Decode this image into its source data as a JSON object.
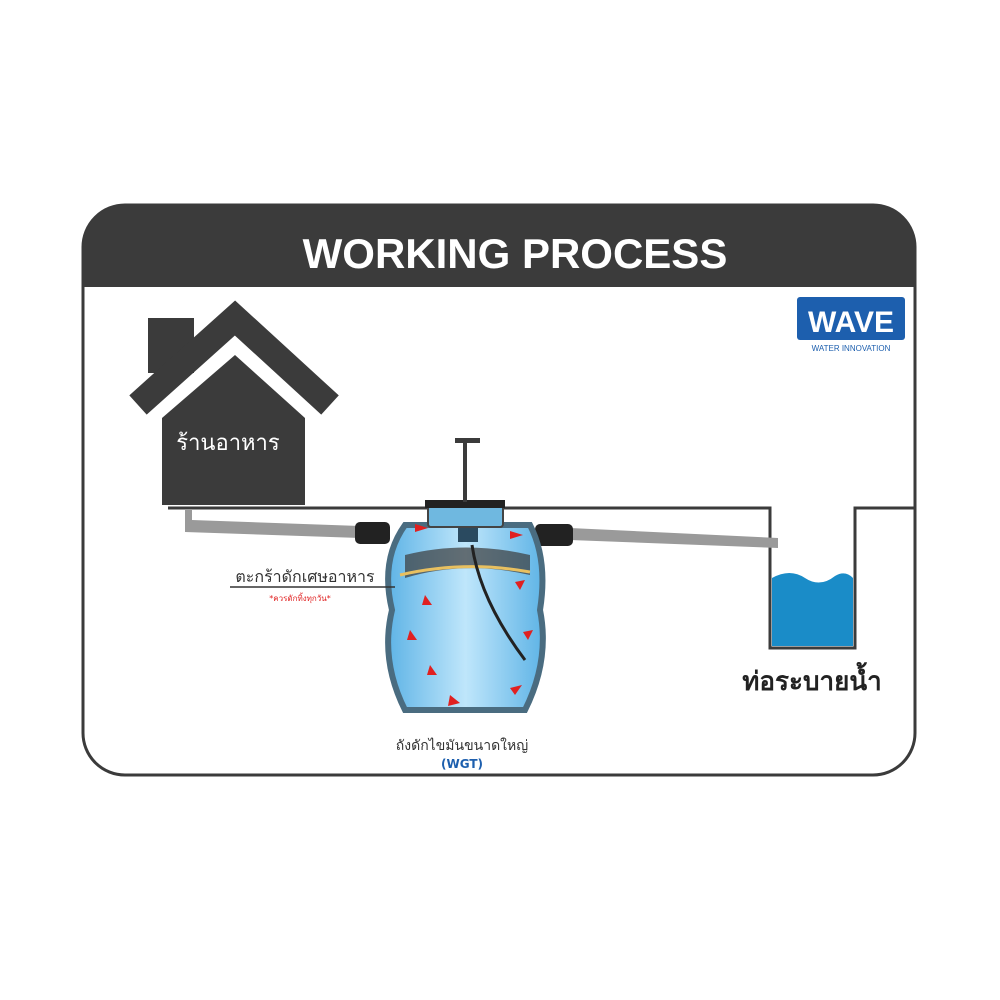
{
  "title": "WORKING PROCESS",
  "logo": {
    "brand": "WAVE",
    "tagline": "WATER INNOVATION",
    "color": "#1d5fae"
  },
  "house_label": "ร้านอาหาร",
  "basket_label": "ตะกร้าดักเศษอาหาร",
  "basket_note": "*ควรดักทิ้งทุกวัน*",
  "tank_label": "ถังดักไขมันขนาดใหญ่",
  "tank_code": "(WGT)",
  "drain_label": "ท่อระบายน้ำ",
  "colors": {
    "header": "#3b3b3b",
    "water": "#1a8cc8",
    "arrow": "#e02020",
    "tank": "#7fc6ee"
  }
}
